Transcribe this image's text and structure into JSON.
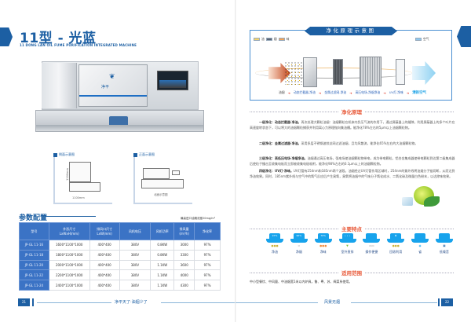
{
  "left_page": {
    "title": "11型 - 光蓝",
    "subtitle": "11 DONG LAN OIL FUME PURIFICATION INTEGRATED MACHINE",
    "machine": {
      "brand": "净平",
      "brand_sub": "JING PING"
    },
    "views": {
      "side_label": "侧面示意图",
      "front_label": "正面示意图",
      "side_height_dim": "1100mm",
      "side_width_dim": "1100mm",
      "front_caption": "北面示意图"
    },
    "params": {
      "title": "参数配置",
      "note": "最高进口油烟浓度20mg/m³",
      "headers": [
        "型号",
        "外形尺寸\nLxWxH(mm)",
        "排风口尺寸\nLxW(mm)",
        "风机电压",
        "风机功率",
        "排风量\n(m³/h)",
        "净化率"
      ],
      "rows": [
        [
          "JP-GL 11-16",
          "1600*1100*1000",
          "400*400",
          "380V",
          "0.8KW",
          "3000",
          "97%"
        ],
        [
          "JP-GL 11-18",
          "1800*1100*1000",
          "400*400",
          "380V",
          "0.8KW",
          "3300",
          "97%"
        ],
        [
          "JP-GL 11-20",
          "2000*1100*1000",
          "400*400",
          "380V",
          "1.1KW",
          "3600",
          "97%"
        ],
        [
          "JP-GL 11-22",
          "2200*1100*1000",
          "400*400",
          "380V",
          "1.1KW",
          "4000",
          "97%"
        ],
        [
          "JP-GL 11-24",
          "2400*1100*1000",
          "400*400",
          "380V",
          "1.1KW",
          "4300",
          "97%"
        ]
      ]
    },
    "footer": {
      "page_number": "21",
      "slogan": "净平天了·油烟少了"
    }
  },
  "right_page": {
    "diagram": {
      "title": "净化原理示意图",
      "legend": [
        {
          "label": "油",
          "color": "#f3d36b"
        },
        {
          "label": "烟",
          "color": "#5b6677"
        },
        {
          "label": "味",
          "color": "#f0a35a"
        }
      ],
      "legend_right": {
        "label": "空气",
        "color": "#8fc8ee"
      },
      "steps": [
        "油烟",
        "动态拦截器-净油",
        "金属过滤网-净油",
        "高压电场-净烟净油",
        "UV灯-净味",
        "清新空气"
      ]
    },
    "principle": {
      "heading": "净化原理",
      "items": [
        {
          "lead": "一级净化：动态拦截器·净油。",
          "text": "再次处理大颗粒油烟：油烟颗粒在机体内负压气流的作用下，通过屏蔽器上的缝隙，利用屏蔽器上的多个叶片在高速旋转状态下，可以将大的油烟颗粒捕获并利用离心力原理抛向集油槽。能净化78%左右的5μm以上油烟颗粒物。"
        },
        {
          "lead": "二级净化：金属过滤器·净油。",
          "text": "采用多层不锈钢波纹丝网过滤油烟，且均风散流，能净化65%左右的大油烟颗粒物。"
        },
        {
          "lead": "三级净化：高低压电场·净烟净油。",
          "text": "油烟通过高压电场，强电场使油烟颗粒物带电，成为带电颗粒。铝合金集成器使带电颗粒到达第二级集成器后使粒子撞击至收集电板而立即被收集电极吸附，能净化98%左右的0.1μm以上的油烟颗粒物。"
        },
        {
          "lead": "四级净化：UV灯·净味。",
          "text": "UV灯管有254nm和185nm两个波段，油烟经过UV灯管作用区域时，254nm的紫外线将油烟分子链切断，从而达到净油效果。同时，185nm紫外线与空气中的氧气反应后产生臭氧，臭氧将油烟中的气味分子氧化成水、二氧化碳及微量白色粉末，以达除味效果。"
        }
      ]
    },
    "features": {
      "heading": "主要特点",
      "items": [
        {
          "badge": "97%",
          "mark": "●●●",
          "label": "净油"
        },
        {
          "badge": "90%",
          "mark": "≈",
          "label": "净烟"
        },
        {
          "badge": "70%",
          "mark": "●●●",
          "label": "净味"
        },
        {
          "badge": "• • •",
          "mark": "▼",
          "label": "室外直排"
        },
        {
          "badge": "",
          "mark": "▭▭",
          "label": "操作便捷"
        },
        {
          "badge": "♻",
          "mark": "●●●",
          "label": "回收利用"
        },
        {
          "badge": "",
          "mark": "◉",
          "label": "省"
        },
        {
          "badge": "",
          "mark": "▣",
          "label": "低噪音"
        }
      ]
    },
    "scope": {
      "heading": "适用范围",
      "text": "中小型餐饮、中风量、中油烟宽1米以内炉具，鲁、粤、苏、闽菜系使用。"
    },
    "footer": {
      "page_number": "22",
      "slogan": "风景无烟"
    }
  },
  "colors": {
    "brand_blue": "#1c5fa3",
    "table_header": "#3b73c5",
    "accent_red": "#e85a3a",
    "feature_blue": "#17a3ec"
  }
}
